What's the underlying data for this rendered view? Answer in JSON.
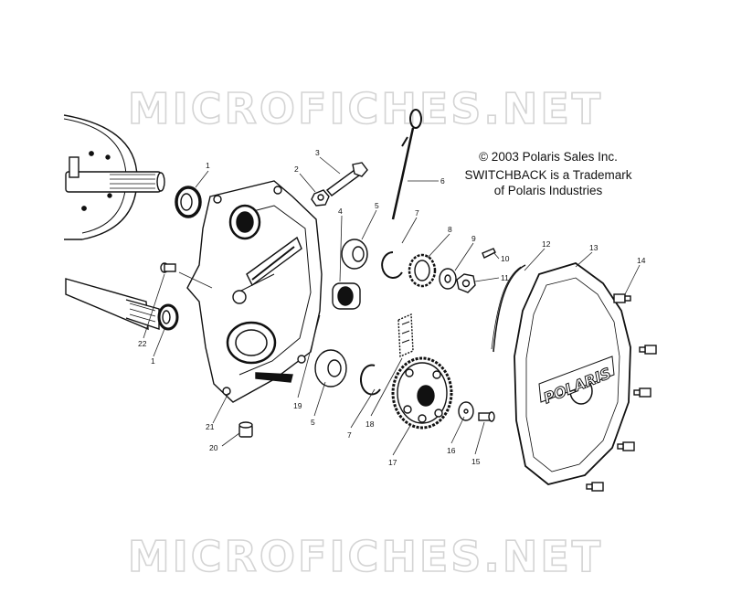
{
  "watermark": {
    "text_top": "MICROFICHES.NET",
    "text_bottom": "MICROFICHES.NET"
  },
  "notice": {
    "copyright": "© 2003 Polaris Sales Inc.",
    "trademark_line1": "SWITCHBACK is a Trademark",
    "trademark_line2": "of Polaris Industries"
  },
  "cover_logo": "POLARIS",
  "callouts": {
    "c1a": "1",
    "c1b": "1",
    "c2": "2",
    "c3": "3",
    "c4": "4",
    "c5a": "5",
    "c5b": "5",
    "c6": "6",
    "c7a": "7",
    "c7b": "7",
    "c8": "8",
    "c9": "9",
    "c10": "10",
    "c11": "11",
    "c12": "12",
    "c13": "13",
    "c14": "14",
    "c15": "15",
    "c16": "16",
    "c17": "17",
    "c18": "18",
    "c19": "19",
    "c20": "20",
    "c21": "21",
    "c22": "22"
  },
  "colors": {
    "line": "#111111",
    "watermark_outline": "#d4d4d4",
    "background": "#ffffff"
  }
}
